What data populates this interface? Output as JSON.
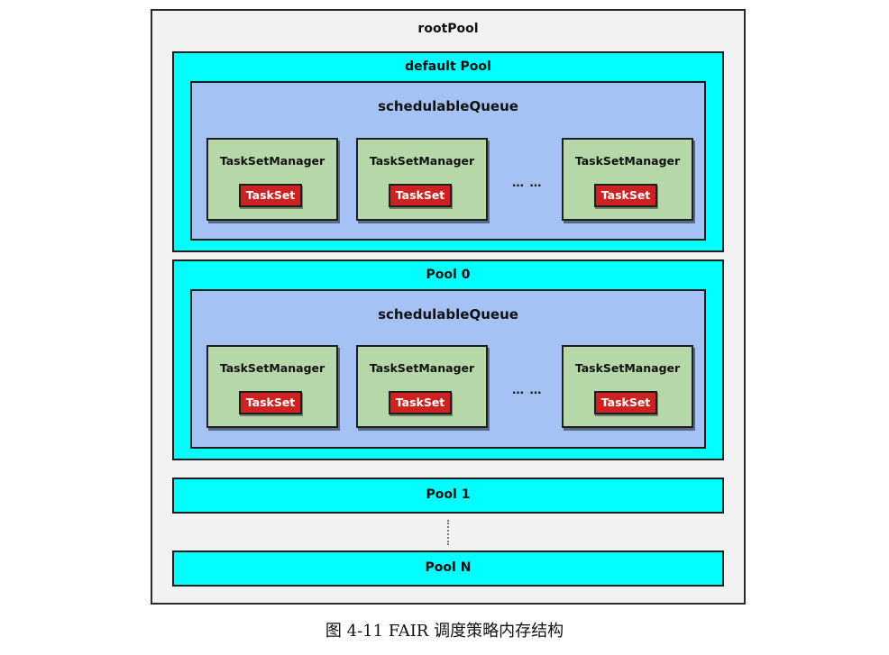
{
  "root": {
    "label": "rootPool"
  },
  "pools": [
    {
      "label": "default Pool",
      "queue": {
        "label": "schedulableQueue",
        "managers": [
          {
            "label": "TaskSetManager",
            "taskset": "TaskSet"
          },
          {
            "label": "TaskSetManager",
            "taskset": "TaskSet"
          },
          {
            "label": "TaskSetManager",
            "taskset": "TaskSet"
          }
        ],
        "ellipsis": "… …"
      }
    },
    {
      "label": "Pool 0",
      "queue": {
        "label": "schedulableQueue",
        "managers": [
          {
            "label": "TaskSetManager",
            "taskset": "TaskSet"
          },
          {
            "label": "TaskSetManager",
            "taskset": "TaskSet"
          },
          {
            "label": "TaskSetManager",
            "taskset": "TaskSet"
          }
        ],
        "ellipsis": "… …"
      }
    },
    {
      "label": "Pool 1"
    },
    {
      "label": "Pool N"
    }
  ],
  "caption": "图 4-11 FAIR 调度策略内存结构",
  "colors": {
    "root_fill": "#f2f2f2",
    "pool_fill": "#00ffff",
    "queue_fill": "#a4c2f4",
    "manager_fill": "#b6d7a8",
    "taskset_fill": "#cc2222"
  }
}
